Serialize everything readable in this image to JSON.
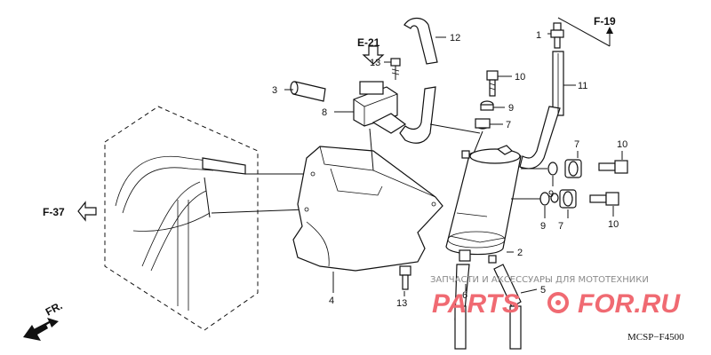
{
  "refs": {
    "e21": "E-21",
    "f19": "F-19",
    "f37": "F-37",
    "fr": "FR."
  },
  "callouts": [
    {
      "id": "c1",
      "label": "1"
    },
    {
      "id": "c2",
      "label": "2"
    },
    {
      "id": "c3",
      "label": "3"
    },
    {
      "id": "c4",
      "label": "4"
    },
    {
      "id": "c5",
      "label": "5"
    },
    {
      "id": "c6",
      "label": "6"
    },
    {
      "id": "c7a",
      "label": "7"
    },
    {
      "id": "c7b",
      "label": "7"
    },
    {
      "id": "c7c",
      "label": "7"
    },
    {
      "id": "c8",
      "label": "8"
    },
    {
      "id": "c9a",
      "label": "9"
    },
    {
      "id": "c9b",
      "label": "9"
    },
    {
      "id": "c9c",
      "label": "9"
    },
    {
      "id": "c10a",
      "label": "10"
    },
    {
      "id": "c10b",
      "label": "10"
    },
    {
      "id": "c10c",
      "label": "10"
    },
    {
      "id": "c11",
      "label": "11"
    },
    {
      "id": "c12",
      "label": "12"
    },
    {
      "id": "c13a",
      "label": "13"
    },
    {
      "id": "c13b",
      "label": "13"
    }
  ],
  "diagram_code": "MCSP−F4500",
  "watermark": {
    "tagline": "ЗАПЧАСТИ И АКСЕССУАРЫ ДЛЯ МОТОТЕХНИКИ",
    "brand_left": "PARTS",
    "brand_right": "FOR.RU",
    "color": "#f06a72"
  }
}
